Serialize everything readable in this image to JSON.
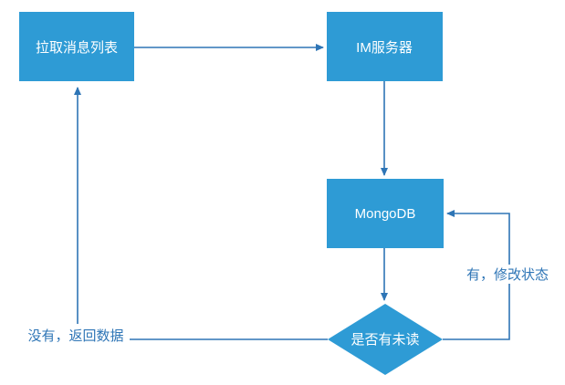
{
  "diagram": {
    "title": "unread-message-flowchart",
    "colors": {
      "node_fill": "#2E9BD5",
      "node_text": "#FFFFFF",
      "connector": "#2E75B6",
      "edge_label_text": "#2E75B6",
      "background": "#FFFFFF"
    },
    "nodes": [
      {
        "id": "pull-message-list",
        "shape": "rect",
        "label": "拉取消息列表"
      },
      {
        "id": "im-server",
        "shape": "rect",
        "label": "IM服务器"
      },
      {
        "id": "mongodb",
        "shape": "rect",
        "label": "MongoDB"
      },
      {
        "id": "has-unread",
        "shape": "diamond",
        "label": "是否有未读"
      }
    ],
    "edges": [
      {
        "from": "pull-message-list",
        "to": "im-server",
        "label": ""
      },
      {
        "from": "im-server",
        "to": "mongodb",
        "label": ""
      },
      {
        "from": "mongodb",
        "to": "has-unread",
        "label": ""
      },
      {
        "from": "has-unread",
        "to": "mongodb",
        "label": "有，修改状态"
      },
      {
        "from": "has-unread",
        "to": "pull-message-list",
        "label": "没有，返回数据"
      }
    ]
  }
}
